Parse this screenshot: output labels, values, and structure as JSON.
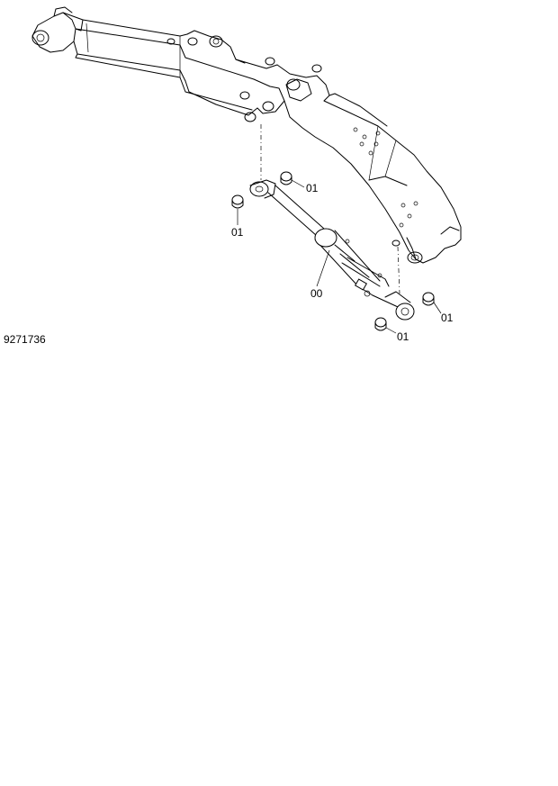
{
  "figure_number": "9271736",
  "callouts": {
    "cylinder": "00",
    "bushing_upper_right": "01",
    "bushing_upper_left": "01",
    "bushing_lower_right": "01",
    "bushing_lower_left": "01"
  }
}
